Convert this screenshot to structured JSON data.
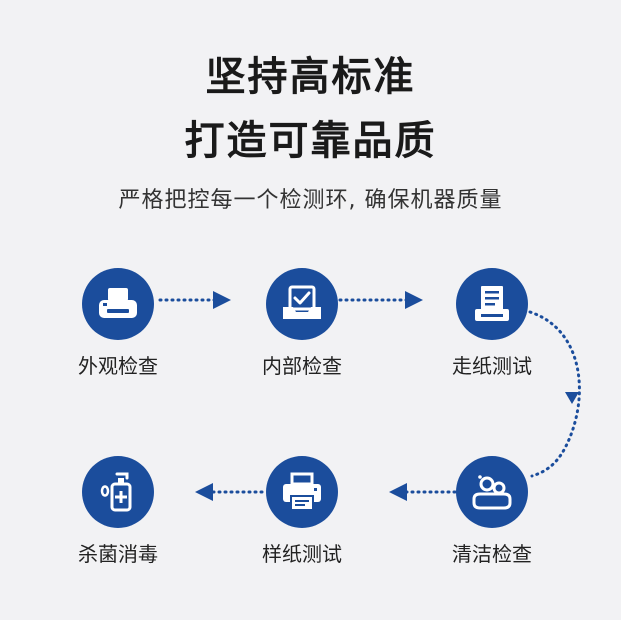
{
  "header": {
    "title_line1": "坚持高标准",
    "title_line2": "打造可靠品质",
    "subtitle": "严格把控每一个检测环, 确保机器质量"
  },
  "colors": {
    "accent": "#1b4d9c",
    "background": "#f2f2f4"
  },
  "steps": [
    {
      "label": "外观检查",
      "icon": "printer-top-icon"
    },
    {
      "label": "内部检查",
      "icon": "inbox-check-icon"
    },
    {
      "label": "走纸测试",
      "icon": "paper-feed-icon"
    },
    {
      "label": "清洁检查",
      "icon": "cleaning-hands-icon"
    },
    {
      "label": "样纸测试",
      "icon": "printer-icon"
    },
    {
      "label": "杀菌消毒",
      "icon": "sanitizer-bottle-icon"
    }
  ]
}
